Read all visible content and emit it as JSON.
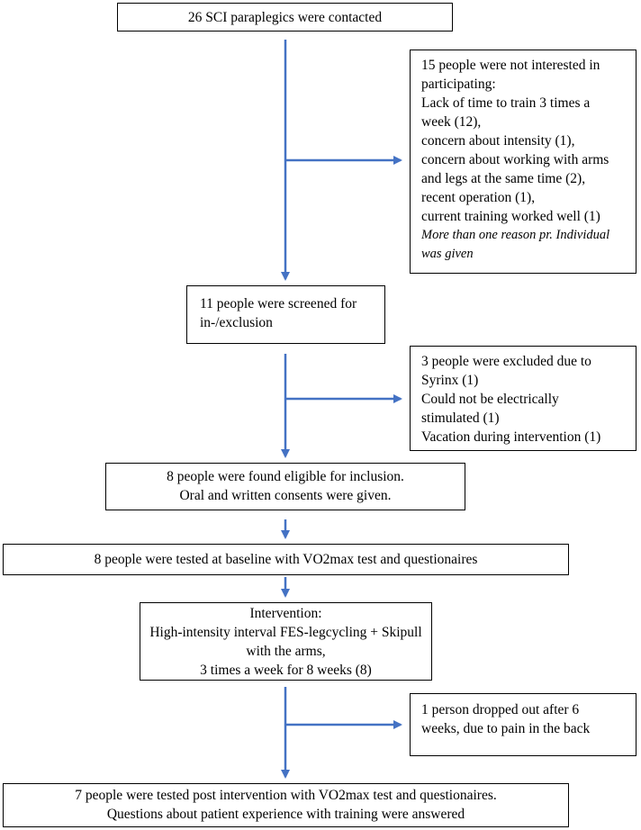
{
  "boxes": {
    "contacted": {
      "lines": [
        "26 SCI paraplegics were contacted"
      ]
    },
    "not_interested": {
      "lines": [
        "15 people were not interested in",
        "participating:",
        "Lack of time to train 3 times a",
        "week (12),",
        "concern about intensity (1),",
        "concern about working with arms",
        "and legs at the same time (2),",
        "recent operation (1),",
        "current training worked well (1)"
      ],
      "note_lines": [
        "More than one reason pr. Individual",
        "was given"
      ]
    },
    "screened": {
      "lines": [
        "11 people were screened for",
        "in-/exclusion"
      ]
    },
    "excluded": {
      "lines": [
        "3 people were excluded due to",
        "Syrinx (1)",
        "Could not be electrically",
        "stimulated (1)",
        "Vacation during intervention (1)"
      ]
    },
    "eligible": {
      "lines": [
        "8 people were found eligible for inclusion.",
        "Oral and written consents were given."
      ]
    },
    "baseline": {
      "lines": [
        "8 people were tested at baseline with VO2max test and questionaires"
      ]
    },
    "intervention": {
      "lines": [
        "Intervention:",
        "High-intensity interval FES-legcycling + Skipull",
        "with the arms,",
        "3 times a week for 8 weeks (8)"
      ]
    },
    "dropout": {
      "lines": [
        "1 person dropped out after 6",
        "weeks, due to pain in the back"
      ]
    },
    "post": {
      "lines": [
        "7 people were tested post intervention with VO2max test and questionaires.",
        "Questions about patient experience with training were answered"
      ]
    }
  },
  "colors": {
    "arrow": "#4472c4",
    "border": "#000000"
  }
}
